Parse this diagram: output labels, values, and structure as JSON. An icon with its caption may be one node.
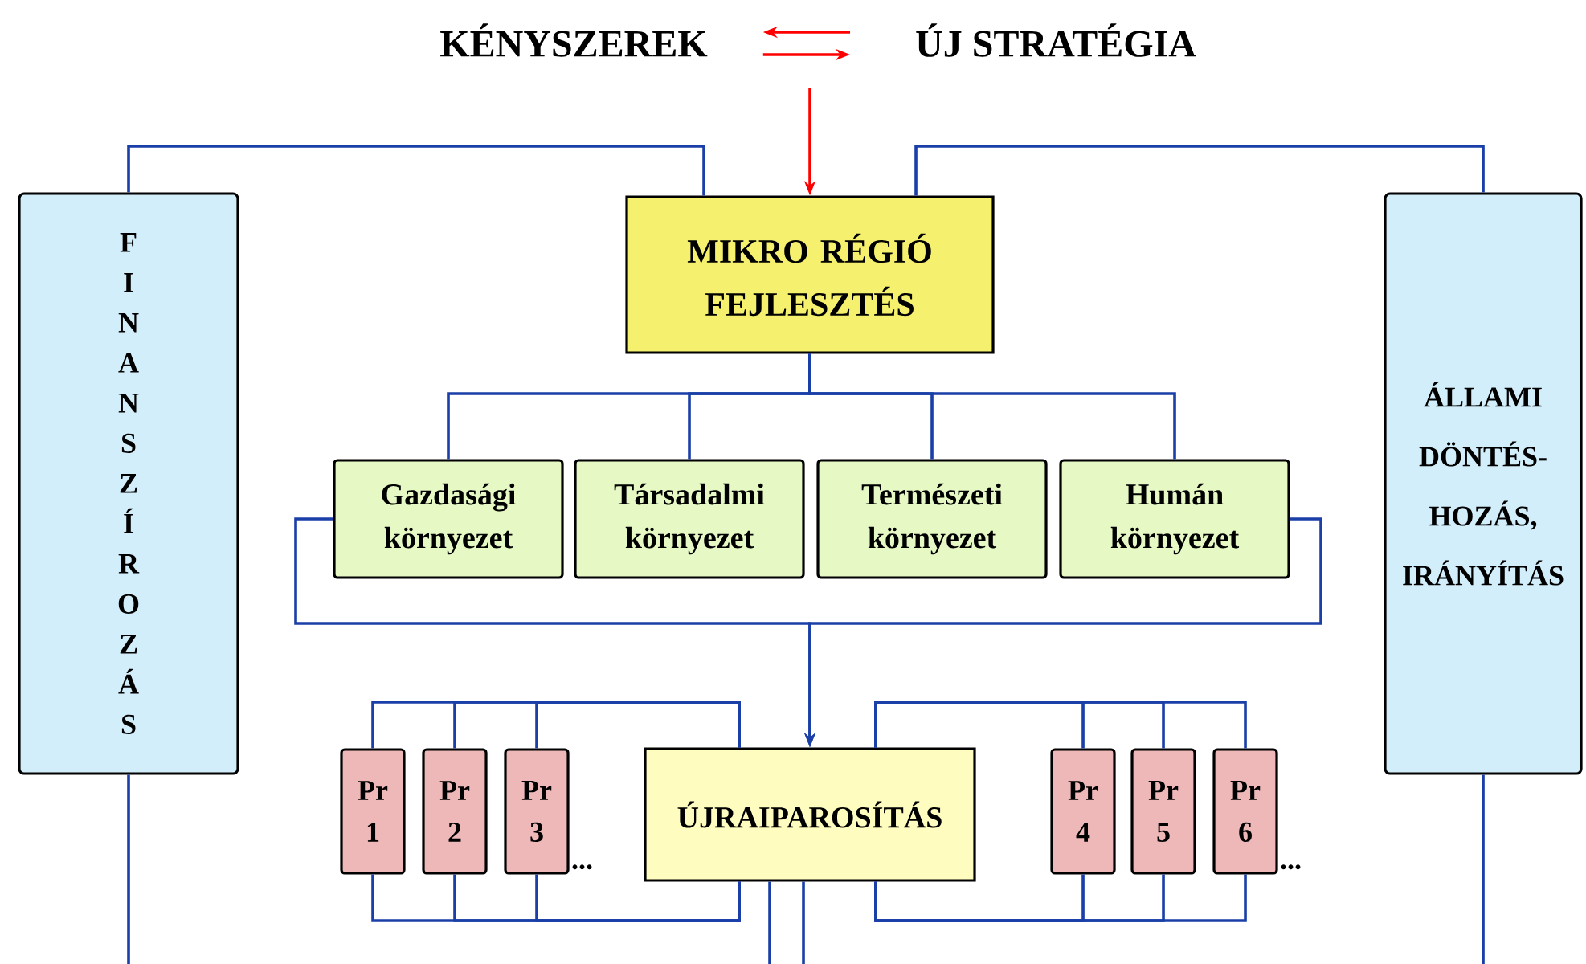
{
  "diagram": {
    "nodes": [
      {
        "text": [
          "KÉNYSZEREK"
        ]
      },
      {
        "text": [
          "ÚJ STRATÉGIA"
        ]
      },
      {
        "text": [
          "FINANSZÍROZÁS"
        ]
      },
      {
        "text": [
          "MIKRO RÉGIÓ FEJLESZTÉS"
        ]
      },
      {
        "text": [
          "ÁLLAMI DÖNTÉS-HOZÁS, IRÁNYÍTÁS"
        ]
      },
      {
        "text": [
          "Gazdasági környezet"
        ]
      },
      {
        "text": [
          "Társadalmi környezet"
        ]
      },
      {
        "text": [
          "Természeti környezet"
        ]
      },
      {
        "text": [
          "Humán környezet"
        ]
      },
      {
        "text": [
          "Pr 1"
        ]
      },
      {
        "text": [
          "Pr 2"
        ]
      },
      {
        "text": [
          "Pr 3"
        ],
        "beside": [
          "..."
        ]
      },
      {
        "text": [
          "ÚJRAIPAROSÍTÁS"
        ]
      },
      {
        "text": [
          "Pr 4"
        ]
      },
      {
        "text": [
          "Pr 5"
        ]
      },
      {
        "text": [
          "Pr 6"
        ],
        "beside": [
          "..."
        ]
      }
    ],
    "edges": [
      {
        "from": 0,
        "to": 1,
        "arrow": "to",
        "color": "#ff0000"
      },
      {
        "from": 1,
        "to": 0,
        "arrow": "to",
        "color": "#ff0000"
      },
      {
        "from": null,
        "to": 3,
        "arrow": "to",
        "color": "#ff0000"
      },
      {
        "from": 2,
        "to": 3,
        "arrow": "none"
      },
      {
        "from": 3,
        "to": 4,
        "arrow": "none"
      },
      {
        "from": 3,
        "to": 5,
        "arrow": "none"
      },
      {
        "from": 3,
        "to": 6,
        "arrow": "none"
      },
      {
        "from": 3,
        "to": 7,
        "arrow": "none"
      },
      {
        "from": 3,
        "to": 8,
        "arrow": "none"
      },
      {
        "from": 5,
        "to": 12,
        "arrow": "to"
      },
      {
        "from": 8,
        "to": 12,
        "arrow": "to"
      },
      {
        "from": 9,
        "to": 12,
        "arrow": "none"
      },
      {
        "from": 10,
        "to": 12,
        "arrow": "none"
      },
      {
        "from": 11,
        "to": 12,
        "arrow": "none"
      },
      {
        "from": 13,
        "to": 12,
        "arrow": "none"
      },
      {
        "from": 14,
        "to": 12,
        "arrow": "none"
      },
      {
        "from": 15,
        "to": 12,
        "arrow": "none"
      },
      {
        "from": 2,
        "to": null,
        "arrow": "none"
      },
      {
        "from": 4,
        "to": null,
        "arrow": "none"
      },
      {
        "from": 12,
        "to": null,
        "arrow": "none"
      },
      {
        "from": 12,
        "to": null,
        "arrow": "none"
      },
      {
        "from": 9,
        "to": 12,
        "arrow": "none"
      },
      {
        "from": 10,
        "to": 12,
        "arrow": "none"
      },
      {
        "from": 11,
        "to": 12,
        "arrow": "none"
      },
      {
        "from": 13,
        "to": 12,
        "arrow": "none"
      },
      {
        "from": 14,
        "to": 12,
        "arrow": "none"
      },
      {
        "from": 15,
        "to": 12,
        "arrow": "none"
      }
    ]
  }
}
